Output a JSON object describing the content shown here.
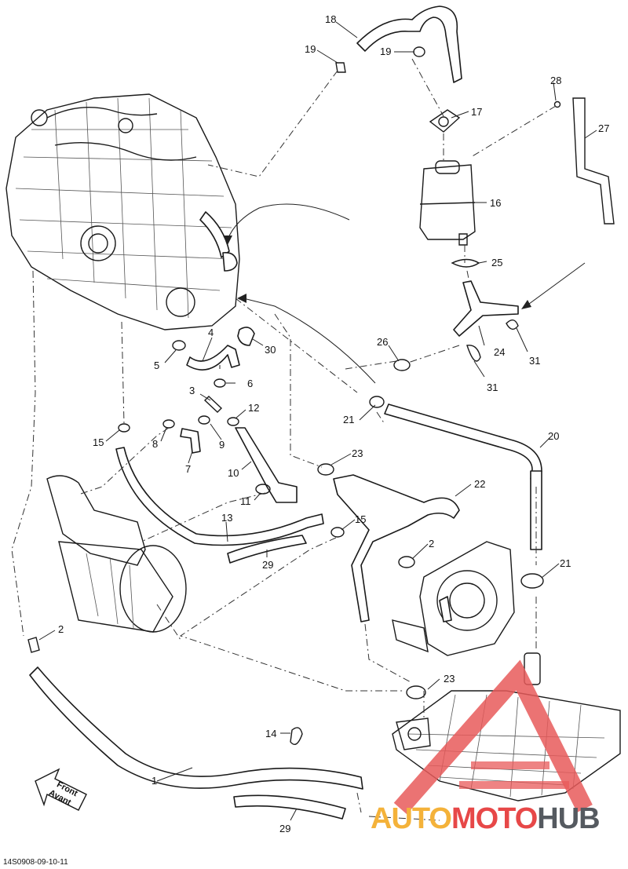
{
  "callouts": [
    {
      "id": "c1",
      "text": "1"
    },
    {
      "id": "c2a",
      "text": "2"
    },
    {
      "id": "c2b",
      "text": "2"
    },
    {
      "id": "c3",
      "text": "3"
    },
    {
      "id": "c4",
      "text": "4"
    },
    {
      "id": "c5",
      "text": "5"
    },
    {
      "id": "c6",
      "text": "6"
    },
    {
      "id": "c7",
      "text": "7"
    },
    {
      "id": "c8",
      "text": "8"
    },
    {
      "id": "c9",
      "text": "9"
    },
    {
      "id": "c10",
      "text": "10"
    },
    {
      "id": "c11",
      "text": "11"
    },
    {
      "id": "c12",
      "text": "12"
    },
    {
      "id": "c13",
      "text": "13"
    },
    {
      "id": "c14",
      "text": "14"
    },
    {
      "id": "c15a",
      "text": "15"
    },
    {
      "id": "c15b",
      "text": "15"
    },
    {
      "id": "c16",
      "text": "16"
    },
    {
      "id": "c17",
      "text": "17"
    },
    {
      "id": "c18",
      "text": "18"
    },
    {
      "id": "c19a",
      "text": "19"
    },
    {
      "id": "c19b",
      "text": "19"
    },
    {
      "id": "c20",
      "text": "20"
    },
    {
      "id": "c21a",
      "text": "21"
    },
    {
      "id": "c21b",
      "text": "21"
    },
    {
      "id": "c22",
      "text": "22"
    },
    {
      "id": "c23a",
      "text": "23"
    },
    {
      "id": "c23b",
      "text": "23"
    },
    {
      "id": "c24",
      "text": "24"
    },
    {
      "id": "c25",
      "text": "25"
    },
    {
      "id": "c26",
      "text": "26"
    },
    {
      "id": "c27",
      "text": "27"
    },
    {
      "id": "c28",
      "text": "28"
    },
    {
      "id": "c29a",
      "text": "29"
    },
    {
      "id": "c29b",
      "text": "29"
    },
    {
      "id": "c30",
      "text": "30"
    },
    {
      "id": "c31a",
      "text": "31"
    },
    {
      "id": "c31b",
      "text": "31"
    }
  ],
  "front_arrow": {
    "line1": "Front",
    "line2": "Avant"
  },
  "reference": "14S0908-09-10-11",
  "watermark": {
    "part1": "AUTO",
    "part2": "MOTO",
    "part3": "HUB"
  },
  "colors": {
    "watermark_red": "#e74848",
    "watermark_orange": "#f4b23a",
    "watermark_gray": "#555a60",
    "line": "#1a1a1a"
  }
}
